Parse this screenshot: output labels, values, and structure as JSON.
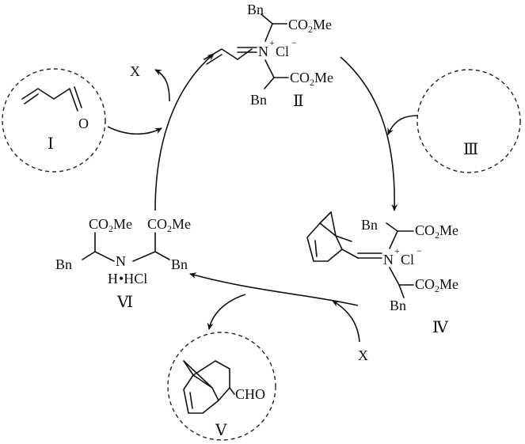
{
  "labels": {
    "bn": "Bn",
    "co2me_co": "CO",
    "co2me_2": "2",
    "co2me_me": "Me",
    "n": "N",
    "plus": "+",
    "cl": "Cl",
    "minus": "−",
    "o": "O",
    "h": "H",
    "dot_hcl": "•HCl",
    "cho": "CHO",
    "x": "X"
  },
  "compounds": {
    "I": "Ⅰ",
    "II": "Ⅱ",
    "III": "Ⅲ",
    "IV": "Ⅳ",
    "V": "Ⅴ",
    "VI": "Ⅵ"
  }
}
